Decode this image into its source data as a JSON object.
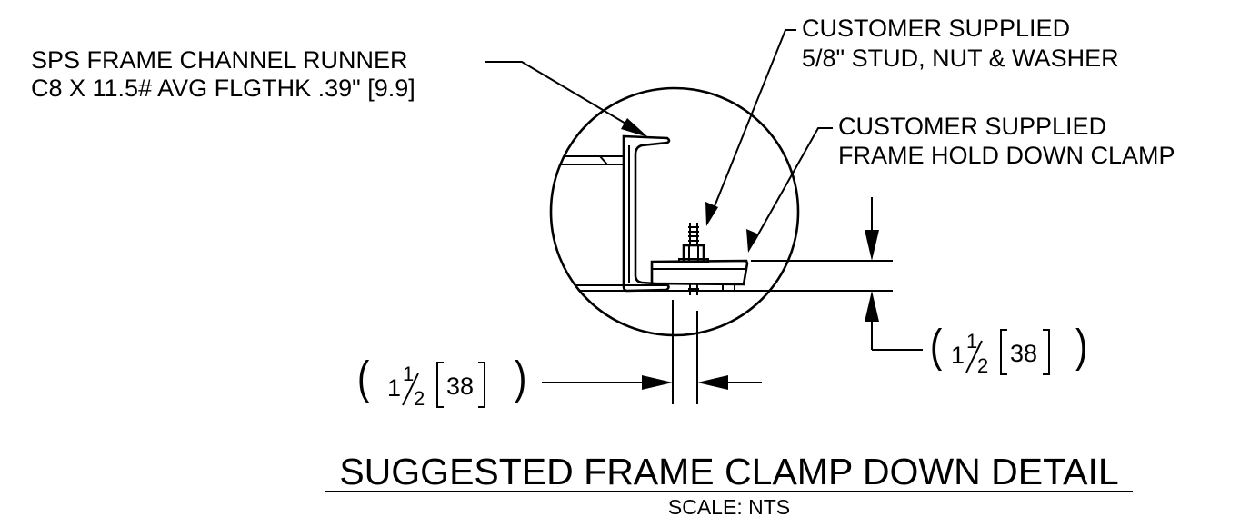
{
  "labels": {
    "channel_runner_line1": "SPS FRAME CHANNEL RUNNER",
    "channel_runner_line2": "C8 X 11.5# AVG FLGTHK .39\" [9.9]",
    "stud_line1": "CUSTOMER SUPPLIED",
    "stud_line2": "5/8\" STUD, NUT & WASHER",
    "clamp_line1": "CUSTOMER SUPPLIED",
    "clamp_line2": "FRAME HOLD DOWN CLAMP"
  },
  "dimensions": {
    "horizontal": {
      "whole": "1",
      "num": "1",
      "den": "2",
      "metric": "38"
    },
    "vertical": {
      "whole": "1",
      "num": "1",
      "den": "2",
      "metric": "38"
    }
  },
  "title": {
    "main": "SUGGESTED FRAME CLAMP DOWN DETAIL",
    "scale": "SCALE: NTS"
  }
}
